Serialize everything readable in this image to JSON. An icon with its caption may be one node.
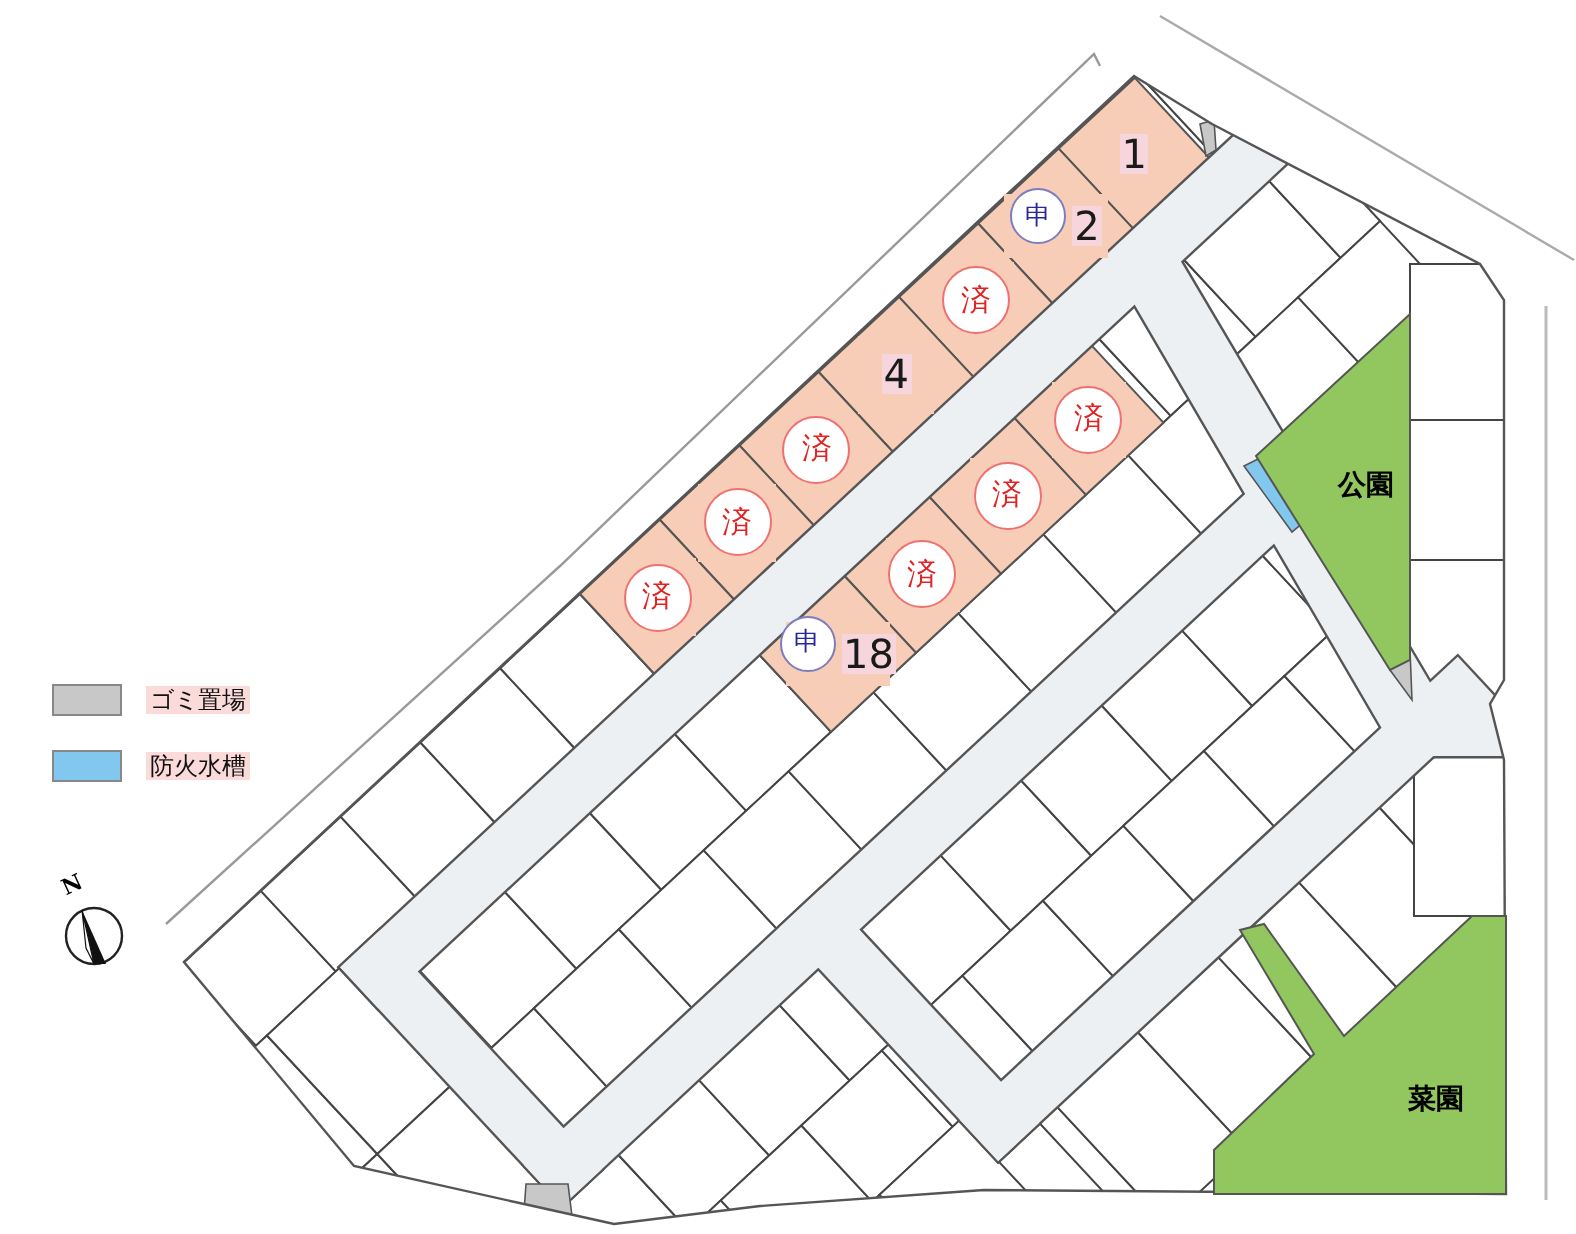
{
  "diagram": {
    "nodes": [
      {
        "text": [
          "1"
        ]
      },
      {
        "text": [
          "2"
        ]
      },
      {
        "text": [
          "申"
        ],
        "in": 1
      },
      {
        "text": [],
        "shape": "box"
      },
      {
        "text": [
          "済"
        ],
        "in": 3
      },
      {
        "text": [
          "4"
        ]
      },
      {
        "text": [],
        "shape": "box"
      },
      {
        "text": [
          "済"
        ],
        "in": 6
      },
      {
        "text": [],
        "shape": "box"
      },
      {
        "text": [
          "済"
        ],
        "in": 8
      },
      {
        "text": [
          "公園"
        ]
      },
      {
        "text": [],
        "shape": "box"
      },
      {
        "text": [
          "済"
        ],
        "in": 11
      },
      {
        "text": [],
        "shape": "box"
      },
      {
        "text": [
          "済"
        ],
        "in": 13
      },
      {
        "text": [],
        "shape": "box"
      },
      {
        "text": [
          "済"
        ],
        "in": 15
      },
      {
        "text": [],
        "shape": "box"
      },
      {
        "text": [
          "済"
        ],
        "in": 17
      },
      {
        "text": [
          "18"
        ]
      },
      {
        "text": [
          "申"
        ],
        "in": 19
      },
      {
        "text": [
          "菜園"
        ]
      }
    ],
    "labels": [
      "N"
    ],
    "legend": [
      {
        "text": "ゴミ置場",
        "color": "#c8c8c8"
      },
      {
        "text": "防火水槽",
        "color": "#82c8ee"
      }
    ]
  }
}
